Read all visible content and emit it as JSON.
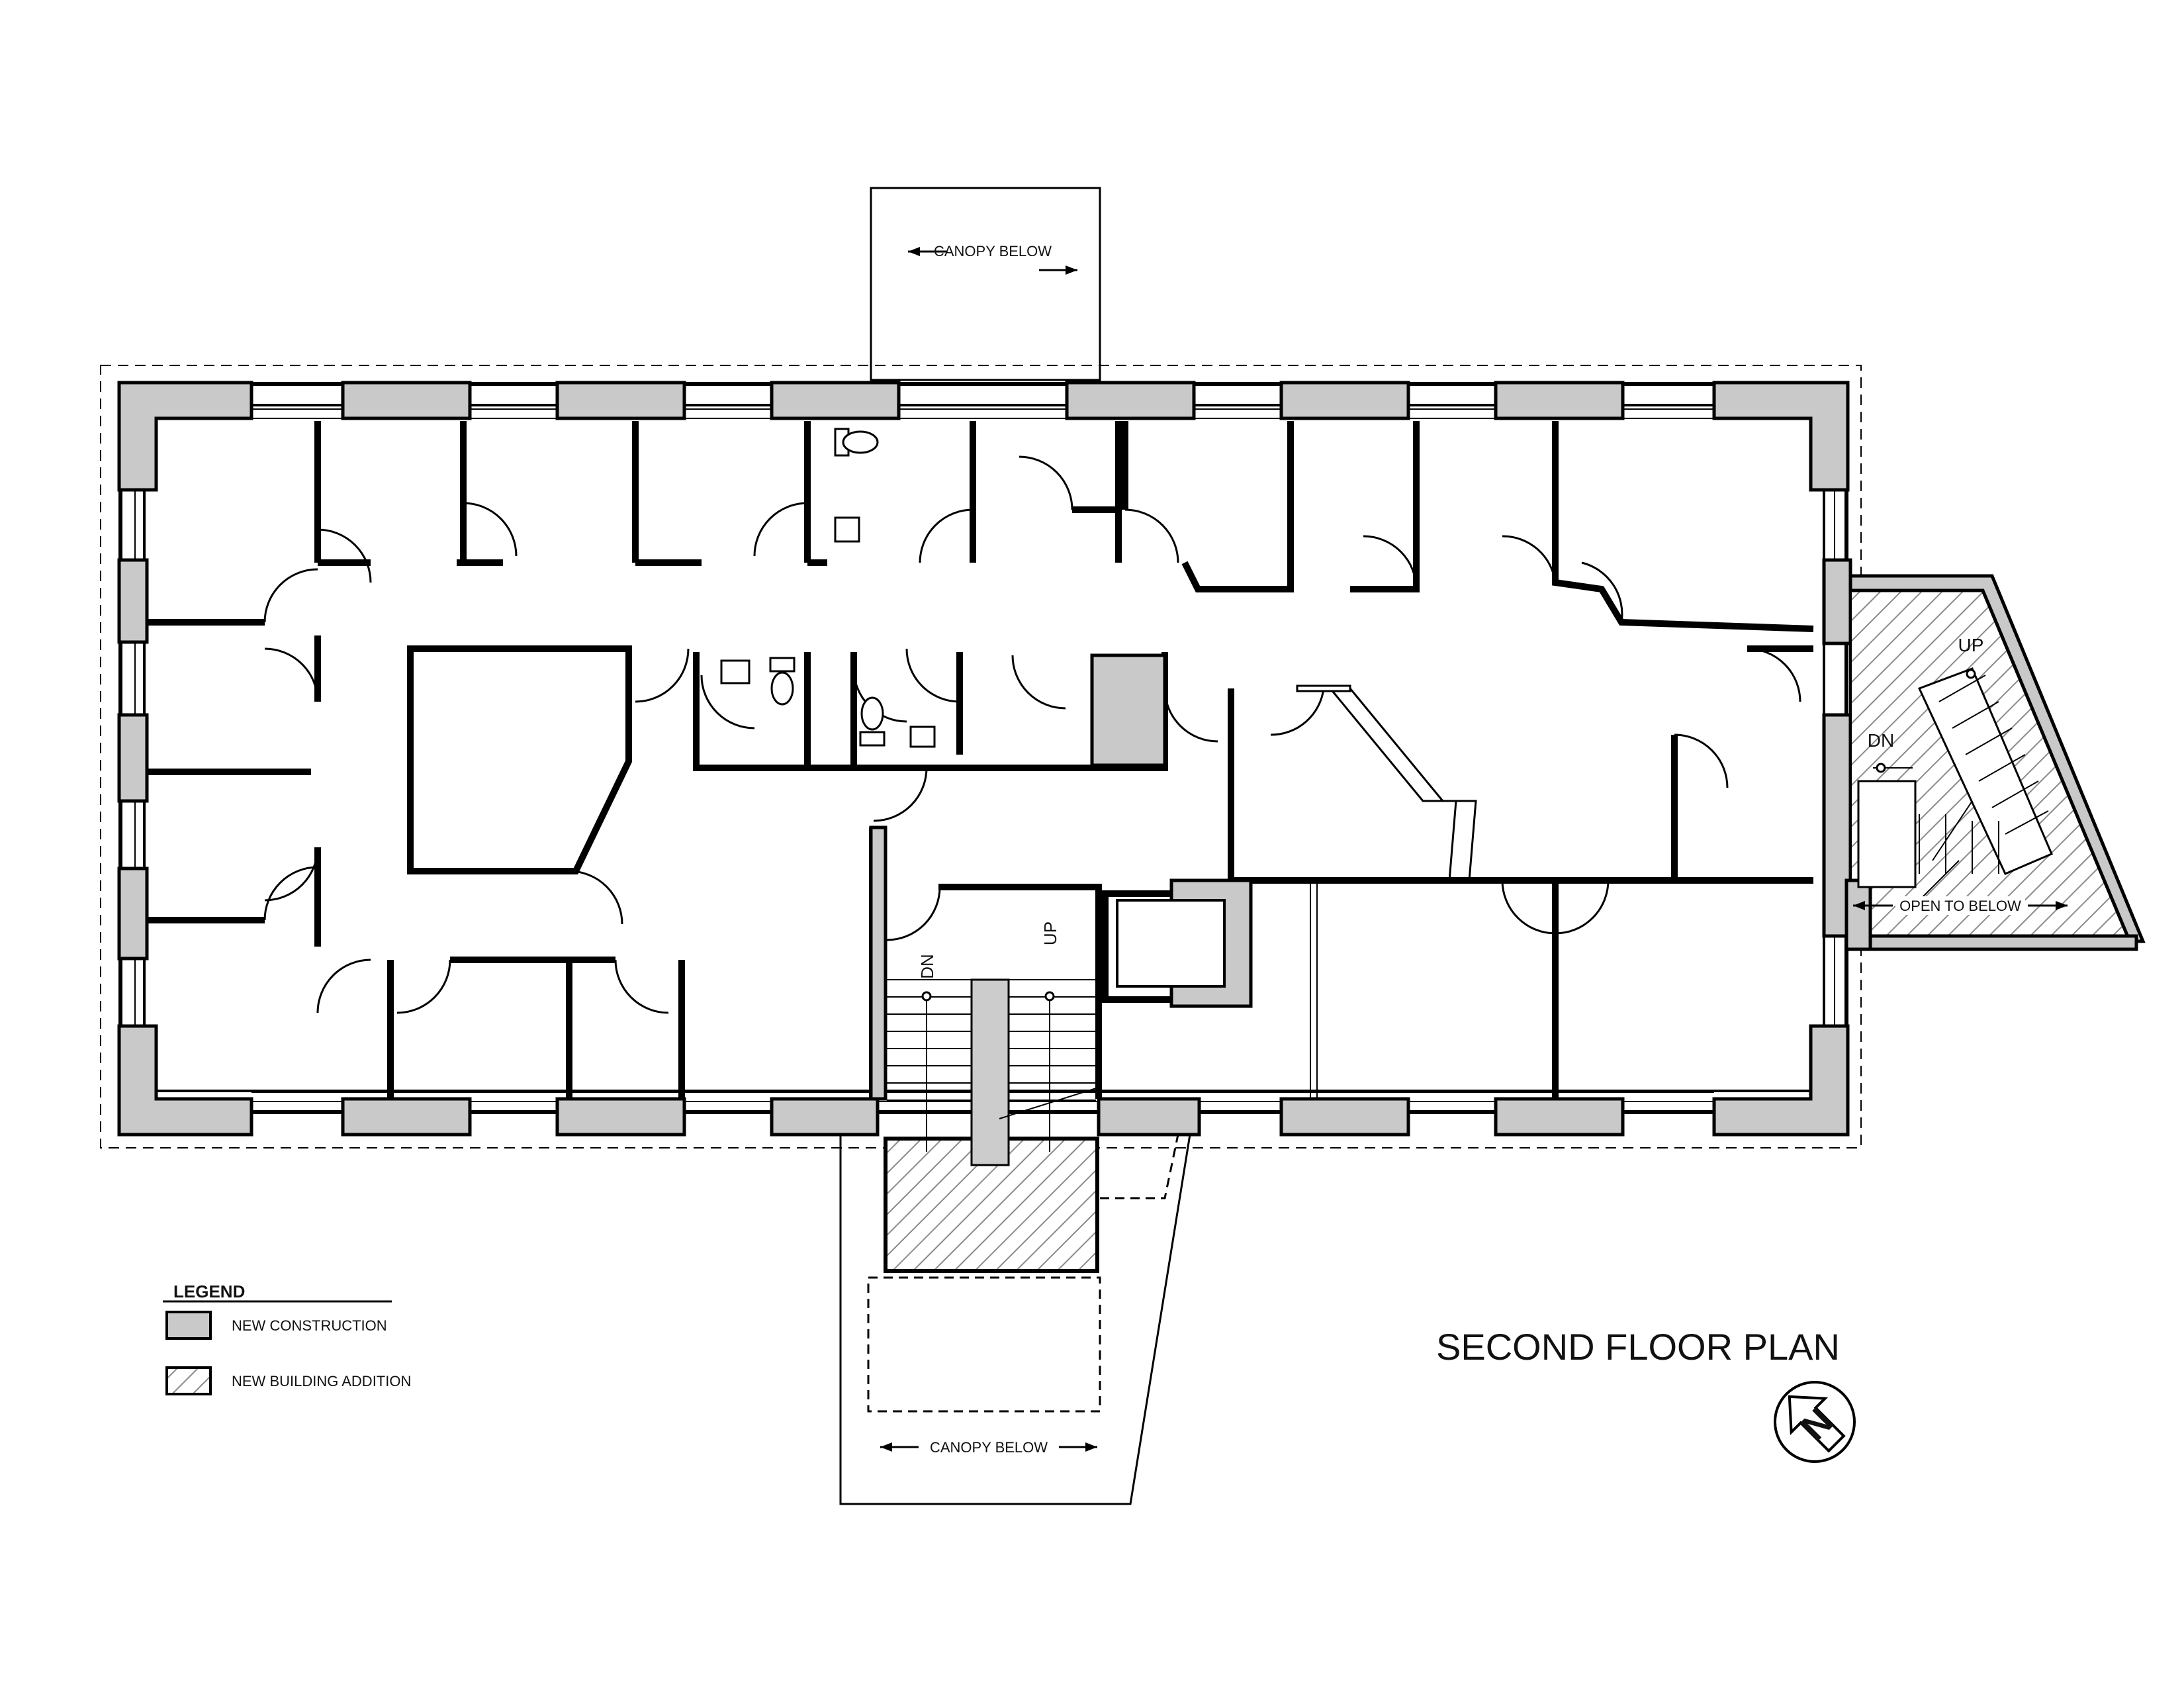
{
  "title": "SECOND FLOOR PLAN",
  "labels": {
    "canopy_top": "CANOPY BELOW",
    "canopy_bottom": "CANOPY BELOW",
    "open_to_below": "OPEN TO BELOW",
    "main_stair_up": "UP",
    "main_stair_dn": "DN",
    "east_stair_up": "UP",
    "east_stair_dn": "DN"
  },
  "legend": {
    "heading": "LEGEND",
    "items": [
      {
        "key": "new_construction",
        "label": "NEW CONSTRUCTION",
        "fill": "#c9c9c9"
      },
      {
        "key": "new_building_addition",
        "label": "NEW BUILDING ADDITION",
        "fill": "hatch"
      }
    ]
  },
  "north_arrow": {
    "symbol": "N",
    "icon": "north-arrow-icon"
  },
  "colors": {
    "line": "#000000",
    "new_construction": "#c9c9c9",
    "hatch": "#888888",
    "background": "#ffffff"
  }
}
